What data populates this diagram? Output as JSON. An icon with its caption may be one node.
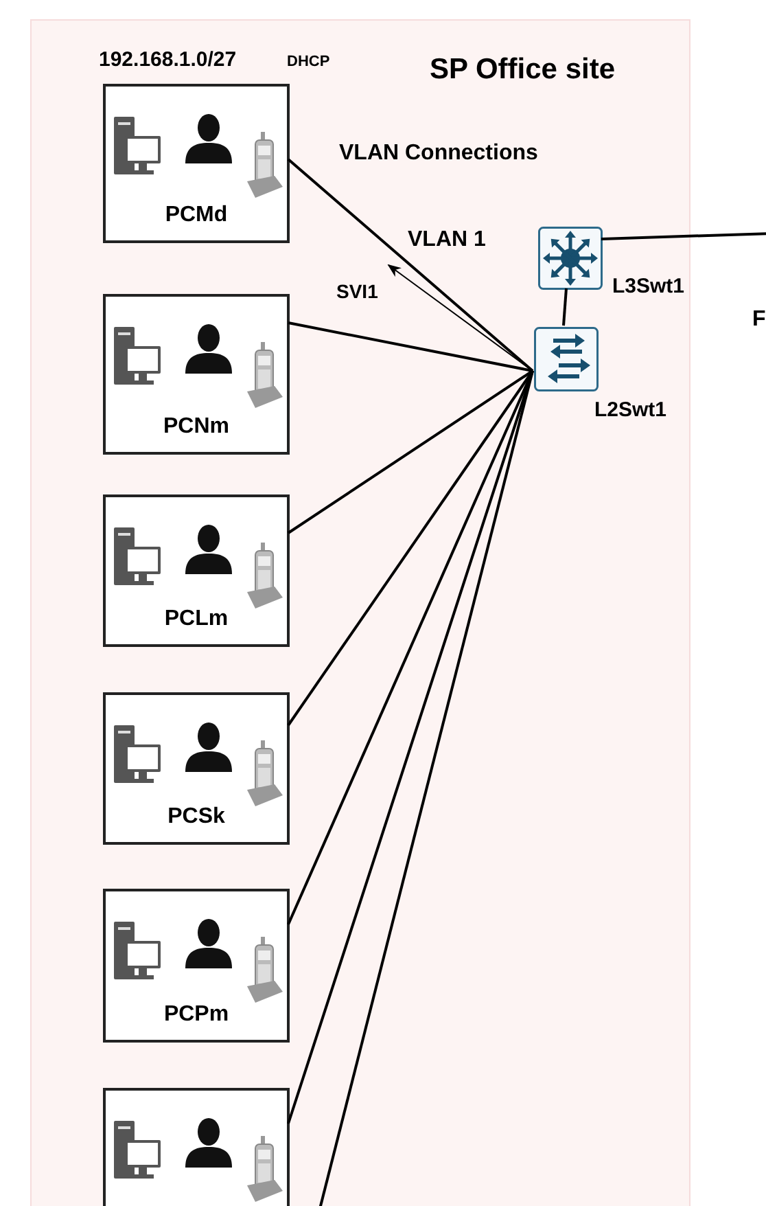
{
  "diagram": {
    "nodes": [
      {
        "text": [
          "SP Office site"
        ]
      },
      {
        "text": [
          "PCMd"
        ],
        "in": 0
      },
      {
        "text": [
          "PCNm"
        ],
        "in": 0
      },
      {
        "text": [
          "PCLm"
        ],
        "in": 0
      },
      {
        "text": [
          "PCSk"
        ],
        "in": 0
      },
      {
        "text": [
          "PCPm"
        ],
        "in": 0
      },
      {
        "text": [],
        "shape": "box",
        "in": 0
      },
      {
        "text": [
          "L3Swt1"
        ],
        "in": 0
      },
      {
        "text": [
          "L2Swt1"
        ],
        "in": 0
      },
      {
        "text": [
          "SVI1"
        ],
        "in": 0
      }
    ],
    "edges": [
      {
        "from": 1,
        "to": 8,
        "arrow": "none"
      },
      {
        "from": 2,
        "to": 8,
        "arrow": "none"
      },
      {
        "from": 3,
        "to": 8,
        "arrow": "none"
      },
      {
        "from": 4,
        "to": 8,
        "arrow": "none"
      },
      {
        "from": 5,
        "to": 8,
        "arrow": "none"
      },
      {
        "from": 6,
        "to": 8,
        "arrow": "none"
      },
      {
        "from": 8,
        "to": null,
        "arrow": "none"
      },
      {
        "from": 8,
        "to": 7,
        "arrow": "none"
      },
      {
        "from": 7,
        "to": null,
        "arrow": "none"
      },
      {
        "from": 8,
        "to": 9,
        "arrow": "to"
      }
    ],
    "labels": [
      "192.168.1.0/27",
      "DHCP",
      "VLAN Connections",
      "VLAN 1",
      "F"
    ]
  }
}
